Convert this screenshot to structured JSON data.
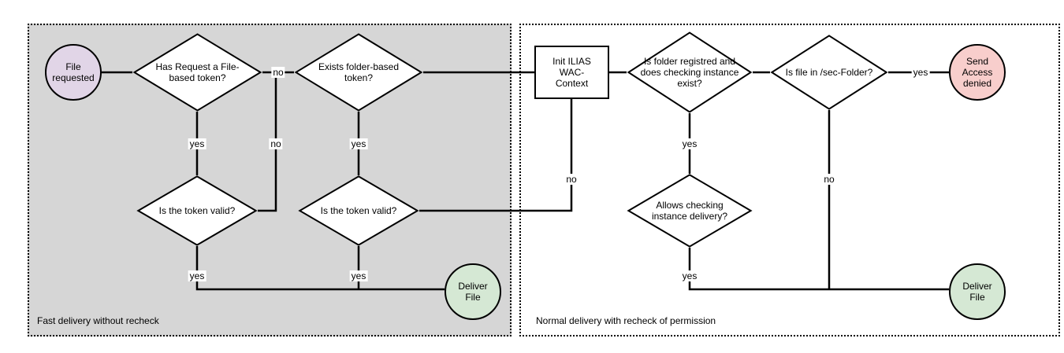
{
  "diagram": {
    "regions": [
      {
        "label": "Fast delivery without recheck"
      },
      {
        "label": "Normal delivery with recheck of permission"
      }
    ],
    "nodes": {
      "file_requested": {
        "label": "File requested",
        "shape": "circle",
        "fill": "#e1d5e7"
      },
      "has_file_token": {
        "label": "Has Request a File-based token?",
        "shape": "diamond",
        "fill": "#ffffff"
      },
      "exists_folder_token": {
        "label": "Exists folder-based token?",
        "shape": "diamond",
        "fill": "#ffffff"
      },
      "token_valid_file": {
        "label": "Is the token valid?",
        "shape": "diamond",
        "fill": "#ffffff"
      },
      "token_valid_folder": {
        "label": "Is the token valid?",
        "shape": "diamond",
        "fill": "#ffffff"
      },
      "deliver_file_fast": {
        "label": "Deliver File",
        "shape": "circle",
        "fill": "#d5e8d4"
      },
      "init_wac_context": {
        "label": "Init ILIAS WAC-Context",
        "shape": "rect",
        "fill": "#ffffff"
      },
      "folder_registered": {
        "label": "Is folder registred and does checking instance exist?",
        "shape": "diamond",
        "fill": "#ffffff"
      },
      "file_in_sec_folder": {
        "label": "Is file in /sec-Folder?",
        "shape": "diamond",
        "fill": "#ffffff"
      },
      "send_access_denied": {
        "label": "Send Access denied",
        "shape": "circle",
        "fill": "#f8cecc"
      },
      "allows_checking_delivery": {
        "label": "Allows checking instance delivery?",
        "shape": "diamond",
        "fill": "#ffffff"
      },
      "deliver_file_normal": {
        "label": "Deliver File",
        "shape": "circle",
        "fill": "#d5e8d4"
      }
    },
    "edge_labels": {
      "has_file_token_no": "no",
      "has_file_token_yes": "yes",
      "token_valid_file_no": "no",
      "token_valid_file_yes": "yes",
      "exists_folder_token_yes": "yes",
      "token_valid_folder_yes": "yes",
      "token_valid_folder_no": "no",
      "folder_registered_yes": "yes",
      "file_in_sec_folder_yes": "yes",
      "file_in_sec_folder_no": "no",
      "allows_checking_delivery_yes": "yes"
    },
    "colors": {
      "start_fill": "#e1d5e7",
      "success_fill": "#d5e8d4",
      "denied_fill": "#f8cecc",
      "region_fast_bg": "#d6d6d6",
      "stroke": "#000000"
    }
  }
}
